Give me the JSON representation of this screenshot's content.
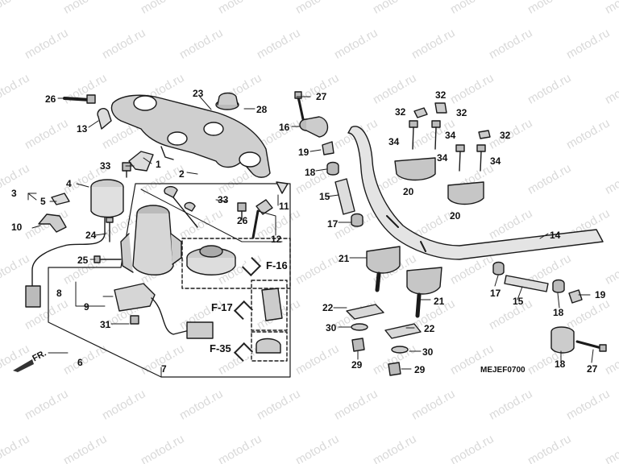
{
  "watermark": "motod.ru",
  "diagram_code": "MEJEF0700",
  "direction_label": "FR.",
  "callouts": {
    "c1": "1",
    "c2": "2",
    "c3": "3",
    "c4": "4",
    "c5": "5",
    "c6": "6",
    "c7": "7",
    "c8": "8",
    "c9": "9",
    "c10": "10",
    "c11": "11",
    "c12": "12",
    "c13": "13",
    "c14": "14",
    "c15a": "15",
    "c15b": "15",
    "c16": "16",
    "c17a": "17",
    "c17b": "17",
    "c18a": "18",
    "c18b": "18",
    "c18c": "18",
    "c19a": "19",
    "c19b": "19",
    "c20a": "20",
    "c20b": "20",
    "c21a": "21",
    "c21b": "21",
    "c22a": "22",
    "c22b": "22",
    "c23": "23",
    "c24": "24",
    "c25": "25",
    "c26a": "26",
    "c26b": "26",
    "c27a": "27",
    "c27b": "27",
    "c28": "28",
    "c29a": "29",
    "c29b": "29",
    "c30a": "30",
    "c30b": "30",
    "c31": "31",
    "c32a": "32",
    "c32b": "32",
    "c32c": "32",
    "c33a": "33",
    "c33b": "33",
    "c34a": "34",
    "c34b": "34",
    "c34c": "34",
    "c34d": "34"
  },
  "references": {
    "f16": "F-16",
    "f17": "F-17",
    "f35": "F-35"
  }
}
